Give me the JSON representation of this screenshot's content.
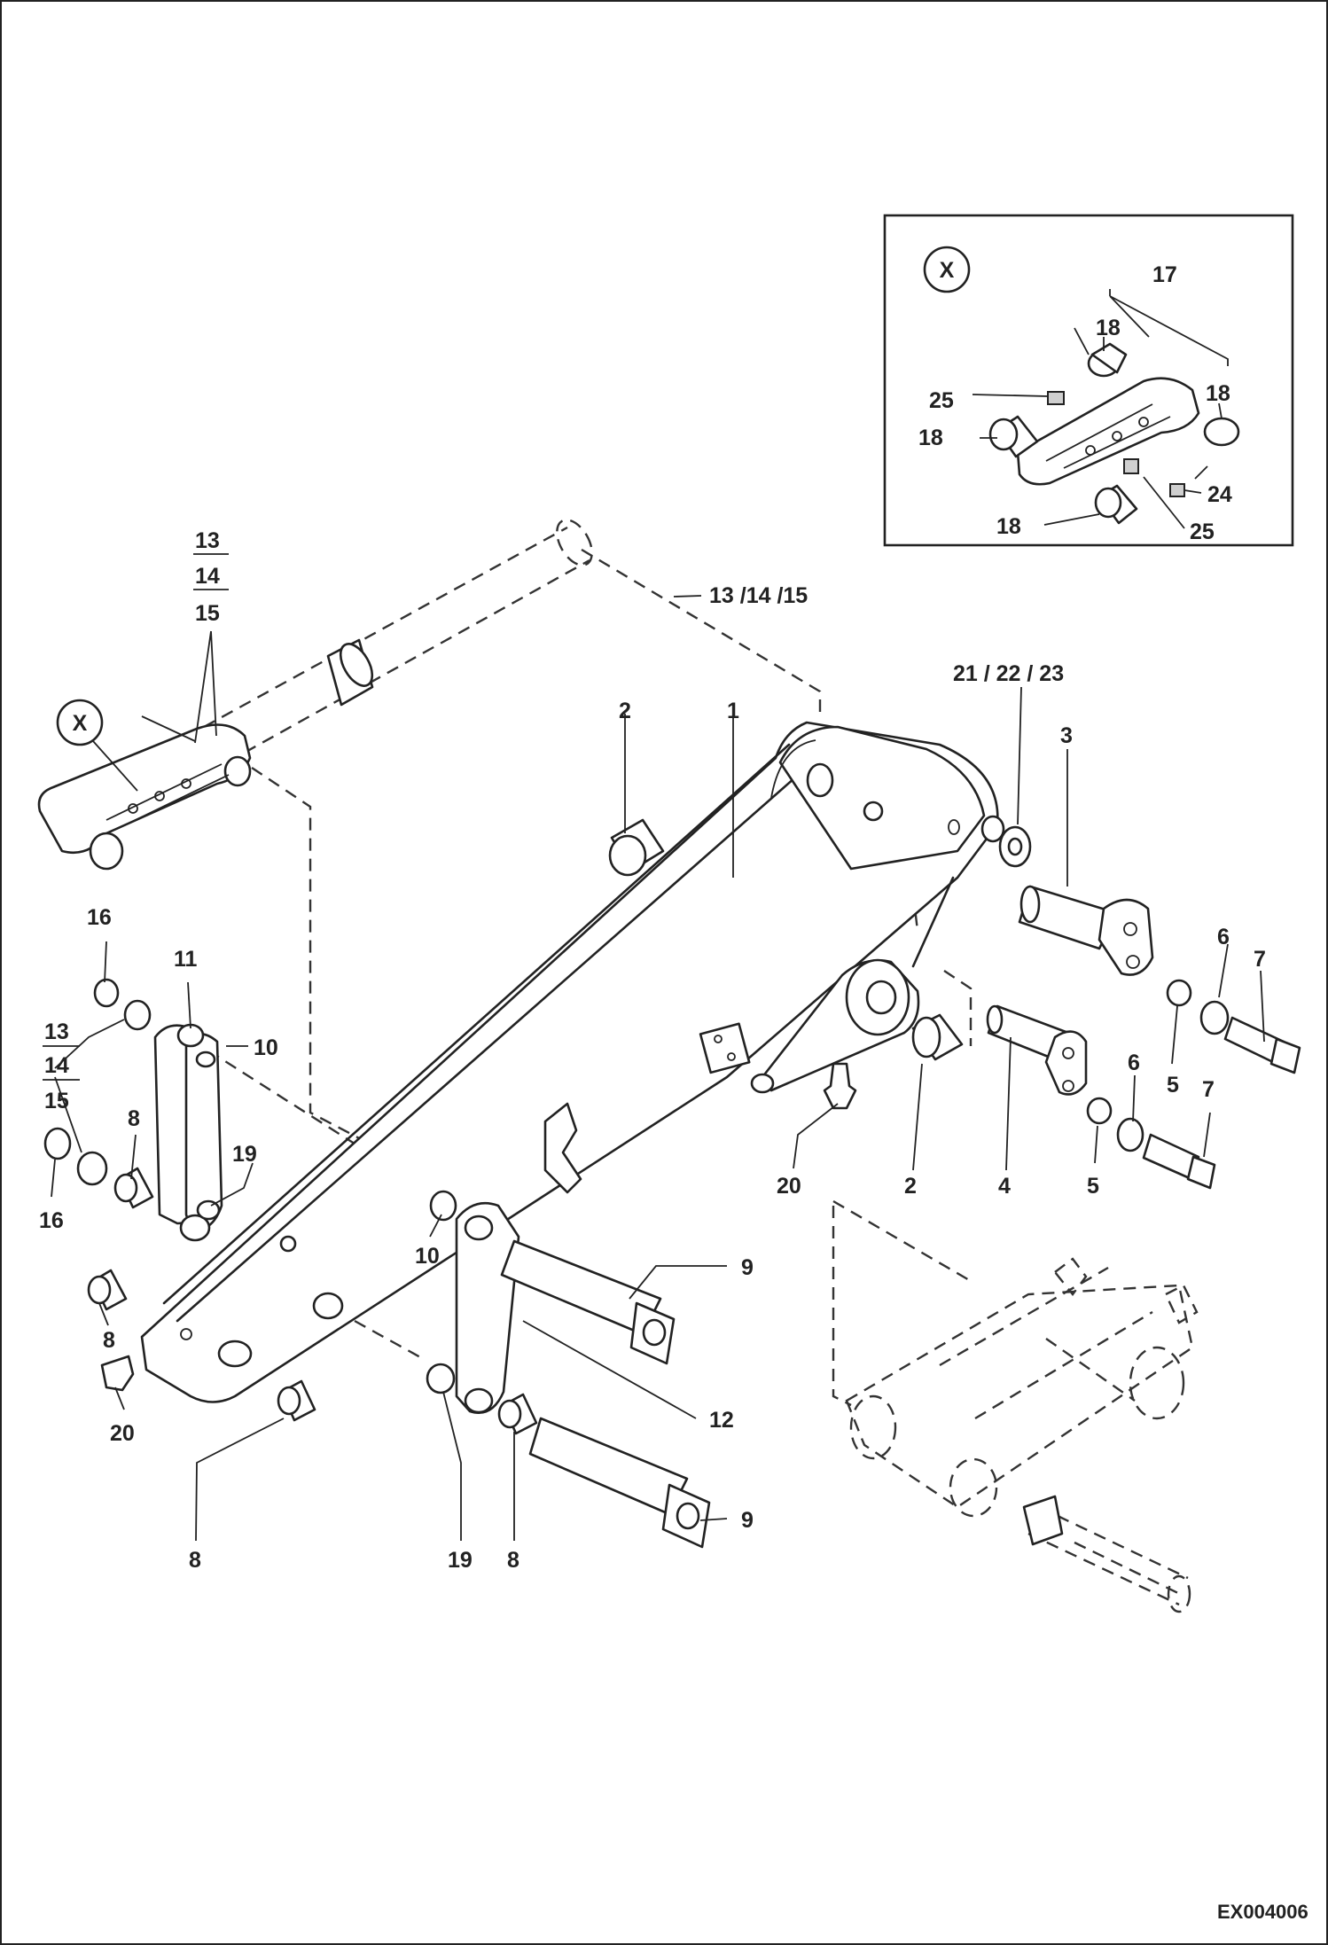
{
  "drawing_code": "EX004006",
  "detail": {
    "marker": "X"
  },
  "labels": [
    {
      "id": "d17",
      "text": "17"
    },
    {
      "id": "d18a",
      "text": "18"
    },
    {
      "id": "d18b",
      "text": "18"
    },
    {
      "id": "d18c",
      "text": "18"
    },
    {
      "id": "d18d",
      "text": "18"
    },
    {
      "id": "d25a",
      "text": "25"
    },
    {
      "id": "d25b",
      "text": "25"
    },
    {
      "id": "d24",
      "text": "24"
    },
    {
      "id": "m13",
      "text": "13"
    },
    {
      "id": "m14",
      "text": "14"
    },
    {
      "id": "m15",
      "text": "15"
    },
    {
      "id": "w131415",
      "text": "13  /14  /15"
    },
    {
      "id": "w212223",
      "text": "21 / 22  / 23"
    },
    {
      "id": "n2a",
      "text": "2"
    },
    {
      "id": "n1",
      "text": "1"
    },
    {
      "id": "n3",
      "text": "3"
    },
    {
      "id": "n6a",
      "text": "6"
    },
    {
      "id": "n7a",
      "text": "7"
    },
    {
      "id": "n5a",
      "text": "5"
    },
    {
      "id": "n6b",
      "text": "6"
    },
    {
      "id": "n7b",
      "text": "7"
    },
    {
      "id": "n5b",
      "text": "5"
    },
    {
      "id": "n4",
      "text": "4"
    },
    {
      "id": "n2b",
      "text": "2"
    },
    {
      "id": "n20a",
      "text": "20"
    },
    {
      "id": "n16a",
      "text": "16"
    },
    {
      "id": "n11",
      "text": "11"
    },
    {
      "id": "n10a",
      "text": "10"
    },
    {
      "id": "l13",
      "text": "13"
    },
    {
      "id": "l14",
      "text": "14"
    },
    {
      "id": "l15",
      "text": "15"
    },
    {
      "id": "n8a",
      "text": "8"
    },
    {
      "id": "n19a",
      "text": "19"
    },
    {
      "id": "n16b",
      "text": "16"
    },
    {
      "id": "n10b",
      "text": "10"
    },
    {
      "id": "n9a",
      "text": "9"
    },
    {
      "id": "n8b",
      "text": "8"
    },
    {
      "id": "n20b",
      "text": "20"
    },
    {
      "id": "n12",
      "text": "12"
    },
    {
      "id": "n9b",
      "text": "9"
    },
    {
      "id": "n8c",
      "text": "8"
    },
    {
      "id": "n19b",
      "text": "19"
    },
    {
      "id": "n8d",
      "text": "8"
    }
  ]
}
